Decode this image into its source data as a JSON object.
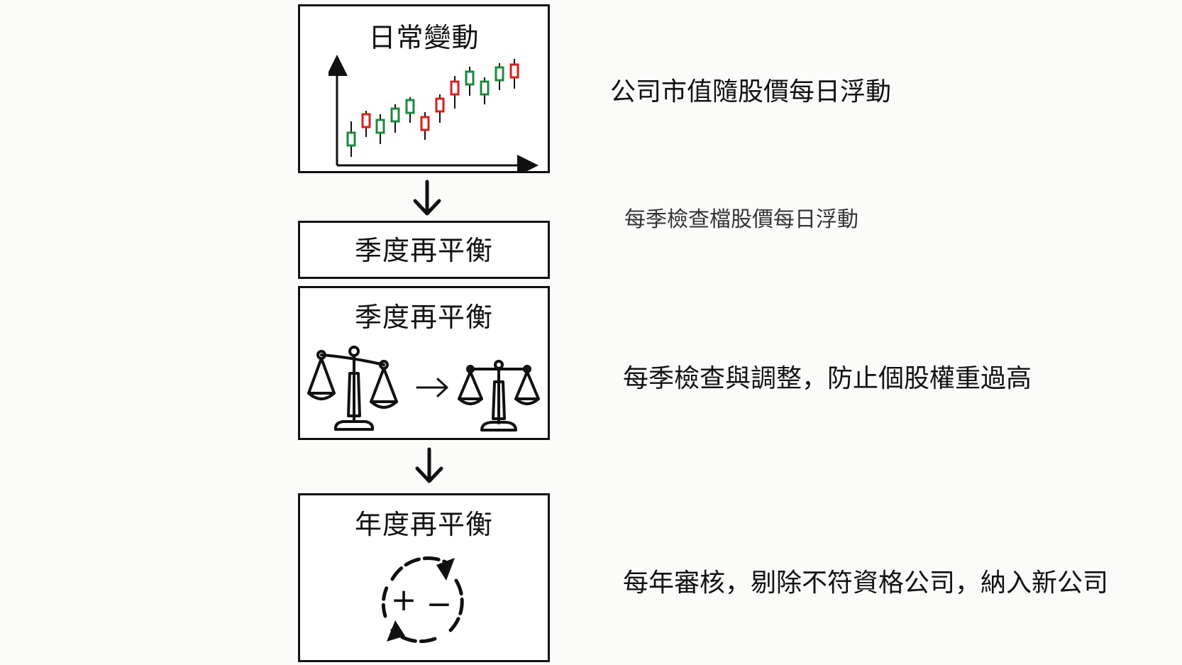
{
  "steps": [
    {
      "title": "日常變動",
      "description": "公司市值隨股價每日浮動"
    },
    {
      "title": "季度再平衡",
      "description": "每季檢查檔股價每日浮動"
    },
    {
      "title": "季度再平衡",
      "description": "每季檢查與調整，防止個股權重過高"
    },
    {
      "title": "年度再平衡",
      "description": "每年審核，剔除不符資格公司，納入新公司"
    }
  ],
  "cycle_symbols": {
    "plus": "+",
    "minus": "−"
  },
  "colors": {
    "line": "#111111",
    "candle_up": "#d61f1f",
    "candle_down": "#1c8a3c",
    "background": "#fbfbfa"
  }
}
